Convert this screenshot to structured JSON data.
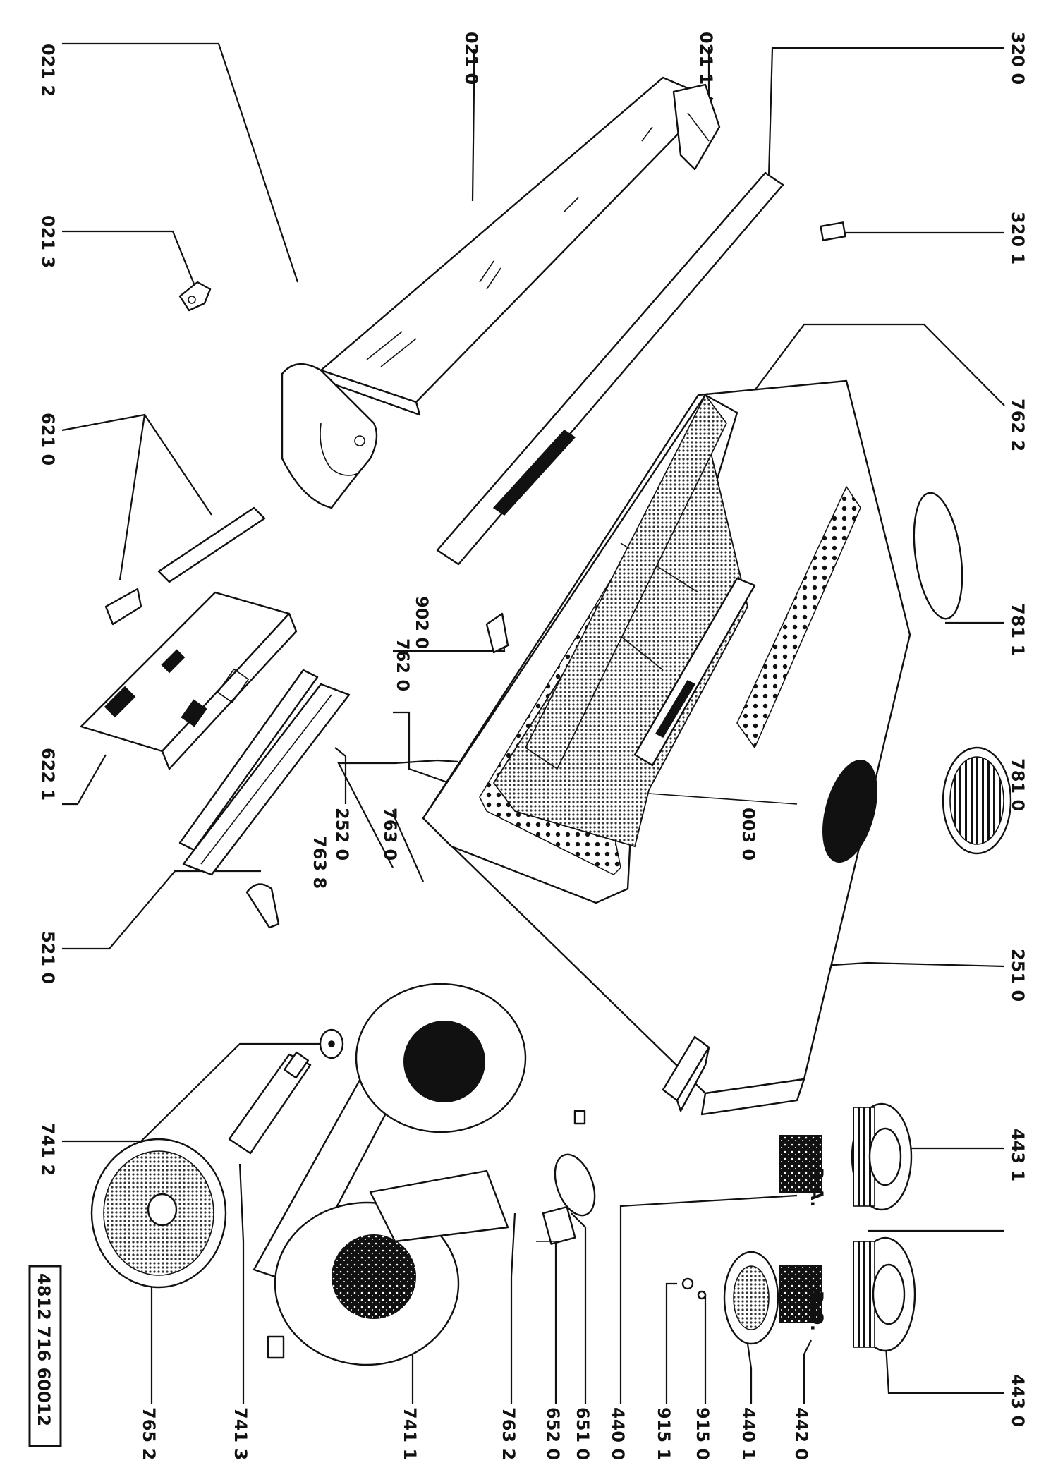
{
  "diagram": {
    "document_number": "4812 716 60012",
    "callouts": [
      {
        "id": "c-0212",
        "text": "021 2"
      },
      {
        "id": "c-0210",
        "text": "021 0"
      },
      {
        "id": "c-0211",
        "text": "021 1"
      },
      {
        "id": "c-3200",
        "text": "320 0"
      },
      {
        "id": "c-0213",
        "text": "021 3"
      },
      {
        "id": "c-3201",
        "text": "320 1"
      },
      {
        "id": "c-6210",
        "text": "621 0"
      },
      {
        "id": "c-7622",
        "text": "762 2"
      },
      {
        "id": "c-9020",
        "text": "902 0"
      },
      {
        "id": "c-7620",
        "text": "762 0"
      },
      {
        "id": "c-7811",
        "text": "781 1"
      },
      {
        "id": "c-6221",
        "text": "622 1"
      },
      {
        "id": "c-7638",
        "text": "763 8"
      },
      {
        "id": "c-2520",
        "text": "252 0"
      },
      {
        "id": "c-7630",
        "text": "763 0"
      },
      {
        "id": "c-0030",
        "text": "003 0"
      },
      {
        "id": "c-7810",
        "text": "781 0"
      },
      {
        "id": "c-5210",
        "text": "521 0"
      },
      {
        "id": "c-2510",
        "text": "251 0"
      },
      {
        "id": "c-7412",
        "text": "741 2"
      },
      {
        "id": "c-4431",
        "text": "443 1"
      },
      {
        "id": "c-7652",
        "text": "765 2"
      },
      {
        "id": "c-7413",
        "text": "741 3"
      },
      {
        "id": "c-7411",
        "text": "741 1"
      },
      {
        "id": "c-7632",
        "text": "763 2"
      },
      {
        "id": "c-6520",
        "text": "652 0"
      },
      {
        "id": "c-6510",
        "text": "651 0"
      },
      {
        "id": "c-4400",
        "text": "440 0"
      },
      {
        "id": "c-9151",
        "text": "915 1"
      },
      {
        "id": "c-9150",
        "text": "915 0"
      },
      {
        "id": "c-4401",
        "text": "440 1"
      },
      {
        "id": "c-4420",
        "text": "442 0"
      },
      {
        "id": "c-4430",
        "text": "443 0"
      }
    ],
    "variant_labels": {
      "ra": "R.A.",
      "ro": "R.O."
    }
  }
}
